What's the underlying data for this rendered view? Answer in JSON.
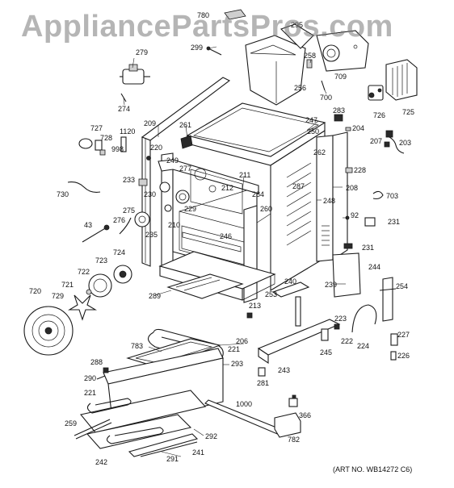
{
  "watermark": "AppliancePartsPros.com",
  "art_number": "(ART NO. WB14272 C6)",
  "callouts": [
    "780",
    "295",
    "299",
    "279",
    "258",
    "709",
    "700",
    "256",
    "274",
    "725",
    "726",
    "283",
    "204",
    "247",
    "250",
    "203",
    "207",
    "262",
    "727",
    "1120",
    "209",
    "261",
    "728",
    "998",
    "220",
    "249",
    "277",
    "211",
    "228",
    "233",
    "730",
    "230",
    "212",
    "284",
    "260",
    "287",
    "208",
    "703",
    "248",
    "229",
    "275",
    "92",
    "231",
    "43",
    "276",
    "210",
    "246",
    "235",
    "231",
    "724",
    "723",
    "722",
    "721",
    "720",
    "729",
    "289",
    "244",
    "239",
    "240",
    "254",
    "253",
    "213",
    "206",
    "223",
    "227",
    "222",
    "224",
    "226",
    "245",
    "783",
    "221",
    "243",
    "281",
    "288",
    "293",
    "290",
    "1000",
    "221",
    "366",
    "259",
    "292",
    "782",
    "242",
    "291",
    "241"
  ]
}
